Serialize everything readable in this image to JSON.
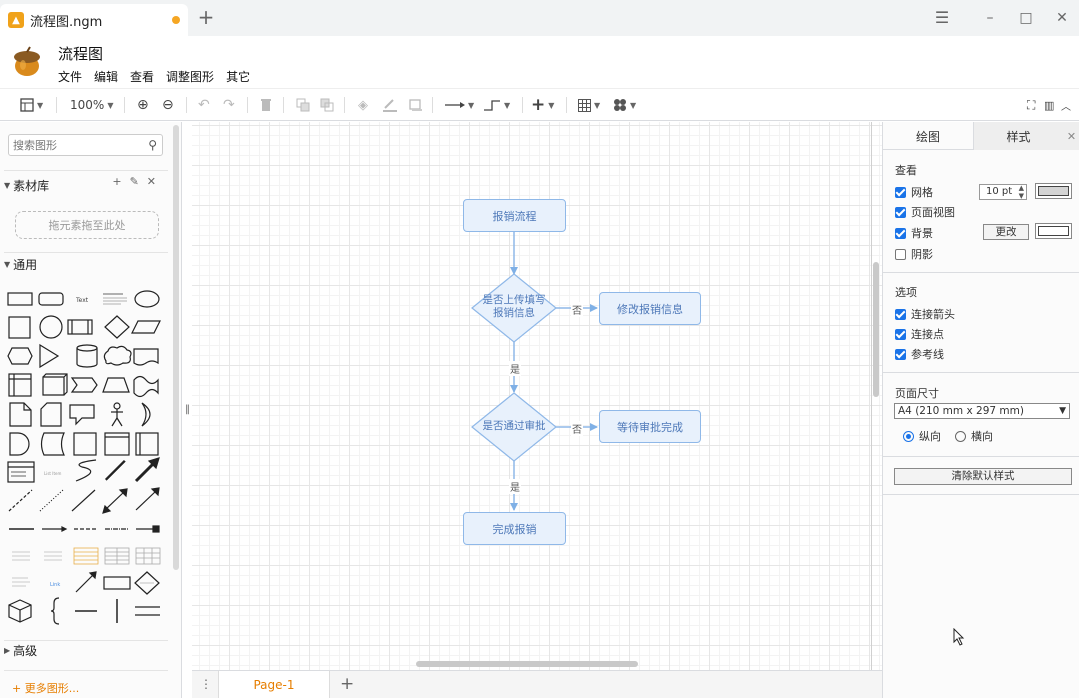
{
  "window": {
    "tab_title": "流程图.ngm",
    "new_tab_icon": "plus-icon",
    "controls": [
      "menu-icon",
      "minimize-icon",
      "maximize-icon",
      "close-icon"
    ]
  },
  "app": {
    "title": "流程图",
    "menu": [
      "文件",
      "编辑",
      "查看",
      "调整图形",
      "其它"
    ]
  },
  "toolbar": {
    "zoom": "100%"
  },
  "left_panel": {
    "search_placeholder": "搜索图形",
    "library_title": "素材库",
    "library_drop_hint": "拖元素拖至此处",
    "general_title": "通用",
    "advanced_title": "高级",
    "more_shapes": "+ 更多图形..."
  },
  "canvas": {
    "nodes": {
      "start": "报销流程",
      "decision1_line1": "是否上传填写",
      "decision1_line2": "报销信息",
      "modify": "修改报销信息",
      "decision2": "是否通过审批",
      "wait": "等待审批完成",
      "end": "完成报销"
    },
    "edge_labels": {
      "d1_no": "否",
      "d1_yes": "是",
      "d2_no": "否",
      "d2_yes": "是"
    },
    "colors": {
      "node_fill": "#e8f1fc",
      "node_stroke": "#8fb8e8",
      "edge": "#8fb8e8",
      "text": "#4d78b8"
    }
  },
  "page_tabs": {
    "active": "Page-1"
  },
  "right_panel": {
    "tabs": [
      "绘图",
      "样式"
    ],
    "view_title": "查看",
    "grid_label": "网格",
    "grid_size": "10 pt",
    "page_view_label": "页面视图",
    "background_label": "背景",
    "change_button": "更改",
    "shadow_label": "阴影",
    "options_title": "选项",
    "connection_arrows": "连接箭头",
    "connection_points": "连接点",
    "guides": "参考线",
    "page_size_title": "页面尺寸",
    "page_size_value": "A4 (210 mm x 297 mm)",
    "portrait": "纵向",
    "landscape": "横向",
    "clear_default_style": "清除默认样式"
  }
}
